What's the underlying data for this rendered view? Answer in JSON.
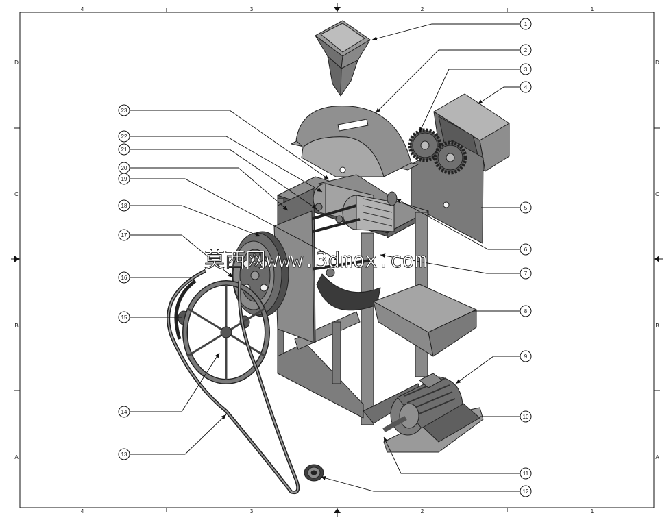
{
  "sheet": {
    "top_zone_labels": [
      "4",
      "3",
      "2",
      "1"
    ],
    "bottom_zone_labels": [
      "4",
      "3",
      "2",
      "1"
    ],
    "left_zone_labels": [
      "D",
      "C",
      "B",
      "A"
    ],
    "right_zone_labels": [
      "D",
      "C",
      "B",
      "A"
    ]
  },
  "watermark": {
    "text": "莫西网www.3dmox.com"
  },
  "balloons": [
    {
      "id": "balloon-1",
      "number": "1"
    },
    {
      "id": "balloon-2",
      "number": "2"
    },
    {
      "id": "balloon-3",
      "number": "3"
    },
    {
      "id": "balloon-4",
      "number": "4"
    },
    {
      "id": "balloon-5",
      "number": "5"
    },
    {
      "id": "balloon-6",
      "number": "6"
    },
    {
      "id": "balloon-7",
      "number": "7"
    },
    {
      "id": "balloon-8",
      "number": "8"
    },
    {
      "id": "balloon-9",
      "number": "9"
    },
    {
      "id": "balloon-10",
      "number": "10"
    },
    {
      "id": "balloon-11",
      "number": "11"
    },
    {
      "id": "balloon-12",
      "number": "12"
    },
    {
      "id": "balloon-13",
      "number": "13"
    },
    {
      "id": "balloon-14",
      "number": "14"
    },
    {
      "id": "balloon-15",
      "number": "15"
    },
    {
      "id": "balloon-16",
      "number": "16"
    },
    {
      "id": "balloon-17",
      "number": "17"
    },
    {
      "id": "balloon-18",
      "number": "18"
    },
    {
      "id": "balloon-19",
      "number": "19"
    },
    {
      "id": "balloon-20",
      "number": "20"
    },
    {
      "id": "balloon-21",
      "number": "21"
    },
    {
      "id": "balloon-22",
      "number": "22"
    },
    {
      "id": "balloon-23",
      "number": "23"
    }
  ]
}
